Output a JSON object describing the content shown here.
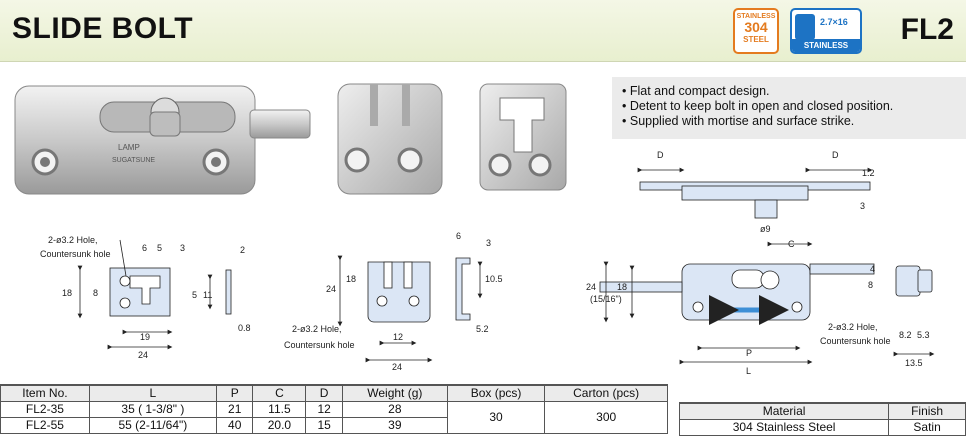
{
  "header": {
    "title": "SLIDE BOLT",
    "code": "FL2",
    "badge_steel": {
      "line1": "STAINLESS",
      "line2": "304",
      "line3": "STEEL",
      "color": "#e47b1f"
    },
    "badge_screw": {
      "size": "2.7×16",
      "label": "STAINLESS",
      "icon": "screw-icon",
      "color": "#1d73c4"
    }
  },
  "features": [
    "Flat and compact design.",
    "Detent to keep bolt in open and closed position.",
    "Supplied with mortise and surface strike."
  ],
  "photo": {
    "engraving_1": "LAMP",
    "engraving_2": "SUGATSUNE"
  },
  "drawing_left": {
    "hole_note_1": "2-ø3.2 Hole,",
    "hole_note_2": "Countersunk hole",
    "d6": "6",
    "d5a": "5",
    "d3": "3",
    "d18": "18",
    "d8": "8",
    "d5b": "5",
    "d11": "11",
    "d19": "19",
    "d24": "24",
    "d2": "2",
    "d08": "0.8"
  },
  "drawing_mid": {
    "d6": "6",
    "d3": "3",
    "d24": "24",
    "d18": "18",
    "d105": "10.5",
    "hole_note_1": "2-ø3.2 Hole,",
    "hole_note_2": "Countersunk hole",
    "d12": "12",
    "d24b": "24",
    "d52": "5.2"
  },
  "drawing_right": {
    "dD1": "D",
    "dD2": "D",
    "d12": "1.2",
    "d3": "3",
    "d9": "ø9",
    "dC": "C",
    "d24": "24",
    "d24in": "(15/16\")",
    "d18": "18",
    "d8": "8",
    "d4": "4",
    "hole_note_1": "2-ø3.2 Hole,",
    "hole_note_2": "Countersunk hole",
    "dP": "P",
    "dL": "L",
    "d82": "8.2",
    "d53": "5.3",
    "d135": "13.5"
  },
  "spec_table": {
    "headers": [
      "Item No.",
      "L",
      "P",
      "C",
      "D",
      "Weight (g)",
      "Box (pcs)",
      "Carton (pcs)"
    ],
    "rows": [
      [
        "FL2-35",
        "35 ( 1-3/8\" )",
        "21",
        "11.5",
        "12",
        "28"
      ],
      [
        "FL2-55",
        "55 (2-11/64\")",
        "40",
        "20.0",
        "15",
        "39"
      ]
    ],
    "box": "30",
    "carton": "300"
  },
  "material_table": {
    "headers": [
      "Material",
      "Finish"
    ],
    "row": [
      "304 Stainless Steel",
      "Satin"
    ]
  }
}
